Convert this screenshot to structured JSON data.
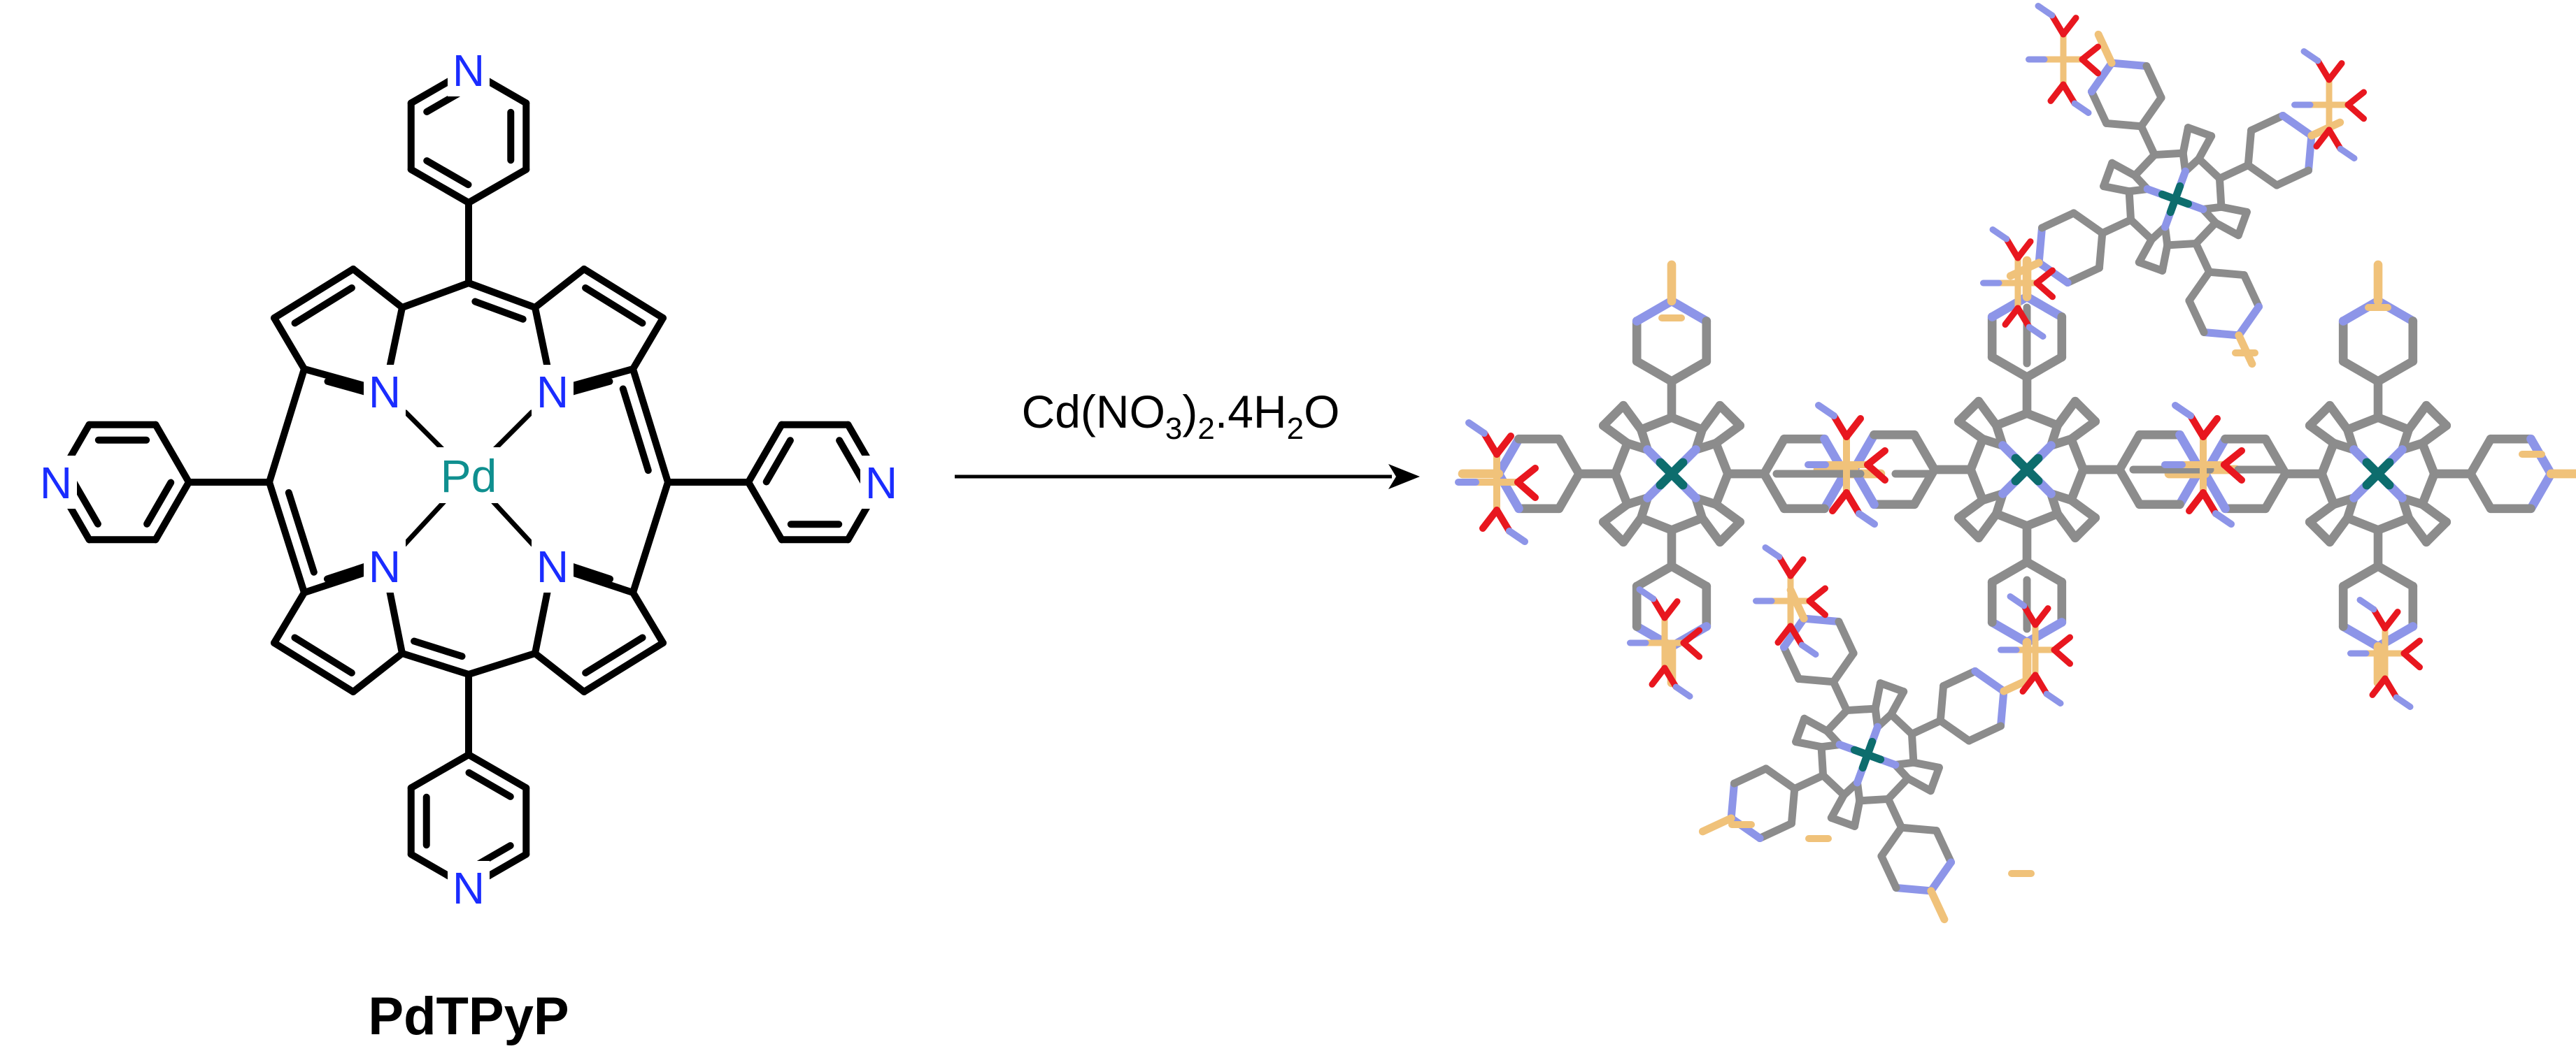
{
  "molecule": {
    "name": "PdTPyP",
    "metal": "Pd",
    "nitrogen": "N",
    "colors": {
      "bond": "#000000",
      "nitrogen": "#1a2cff",
      "metal": "#0f8f8f"
    }
  },
  "reaction": {
    "reagent_prefix": "Cd(NO",
    "reagent_sub1": "3",
    "reagent_mid": ")",
    "reagent_sub2": "2",
    "reagent_mid2": ".4H",
    "reagent_sub3": "2",
    "reagent_suffix": "O"
  },
  "crystal_structure": {
    "colors": {
      "carbon": "#8c8c8c",
      "nitrogen": "#8d95e8",
      "oxygen": "#e8171f",
      "cadmium": "#f0c27a",
      "palladium": "#0d6d6d"
    }
  }
}
